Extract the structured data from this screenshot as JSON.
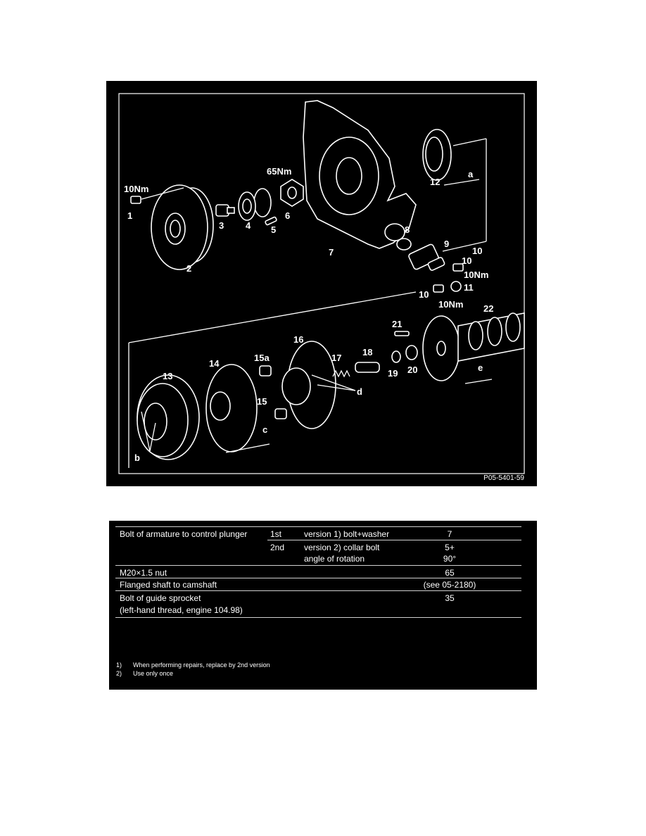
{
  "figure": {
    "reference": "P05-5401-59",
    "labels": {
      "l1": "1",
      "l2": "2",
      "l3": "3",
      "l4": "4",
      "l5": "5",
      "l6": "6",
      "l7": "7",
      "l8": "8",
      "l9": "9",
      "l10a": "10",
      "l10b": "10",
      "l10c": "10",
      "l11": "11",
      "l12": "12",
      "l13": "13",
      "l14": "14",
      "l15": "15",
      "l15a": "15a",
      "l16": "16",
      "l17": "17",
      "l18": "18",
      "l19": "19",
      "l20": "20",
      "l21": "21",
      "l22": "22",
      "la": "a",
      "lb": "b",
      "lc": "c",
      "ld": "d",
      "le": "e",
      "t10nm_1": "10Nm",
      "t65nm": "65Nm",
      "t10nm_2": "10Nm",
      "t10nm_3": "10Nm"
    }
  },
  "spec_table": {
    "rows": [
      {
        "part": "Bolt of armature to control plunger",
        "col1": "1st",
        "col2": "version 1) bolt+washer",
        "value": "7"
      },
      {
        "part": "",
        "col1": "2nd",
        "col2": "version 2) collar bolt",
        "value": "5+"
      },
      {
        "part": "",
        "col1": "",
        "col2": "angle of rotation",
        "value": "90°"
      },
      {
        "part": "M20×1.5 nut",
        "col1": "",
        "col2": "",
        "value": "65"
      },
      {
        "part": "Flanged shaft to camshaft",
        "col1": "",
        "col2": "",
        "value": "(see 05-2180)"
      },
      {
        "part": "Bolt of guide sprocket",
        "col1": "",
        "col2": "",
        "value": "35"
      },
      {
        "part": "(left-hand thread, engine 104.98)",
        "col1": "",
        "col2": "",
        "value": ""
      }
    ],
    "notes": [
      {
        "num": "1)",
        "text": "When performing repairs, replace by 2nd version"
      },
      {
        "num": "2)",
        "text": "Use only once"
      }
    ]
  }
}
